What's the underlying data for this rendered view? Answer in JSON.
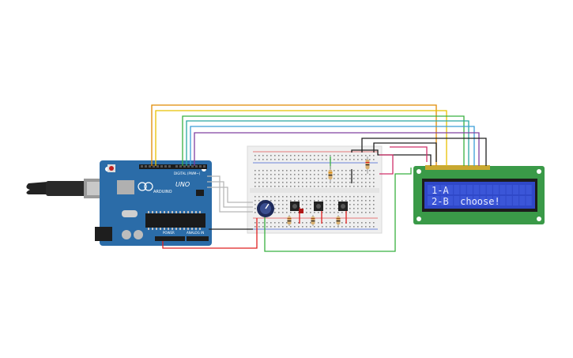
{
  "arduino": {
    "brand": "ARDUINO",
    "model": "UNO",
    "power_label": "POWER",
    "analog_label": "ANALOG IN",
    "digital_label": "DIGITAL (PWM~)",
    "board_color": "#2b6ca8"
  },
  "lcd": {
    "line1": "1-A",
    "line2": "2-B  choose!",
    "screen_color": "#2f48c8",
    "pcb_color": "#3a9a48"
  },
  "breadboard": {
    "color": "#efefef"
  },
  "wire_colors": {
    "orange": "#e08a00",
    "yellow": "#e8c000",
    "green": "#38b040",
    "teal": "#2aa7a0",
    "blue": "#3a9ed8",
    "purple": "#8040a0",
    "black": "#202020",
    "red": "#e02020",
    "magenta": "#d0306a",
    "gray": "#b8b8b8"
  }
}
